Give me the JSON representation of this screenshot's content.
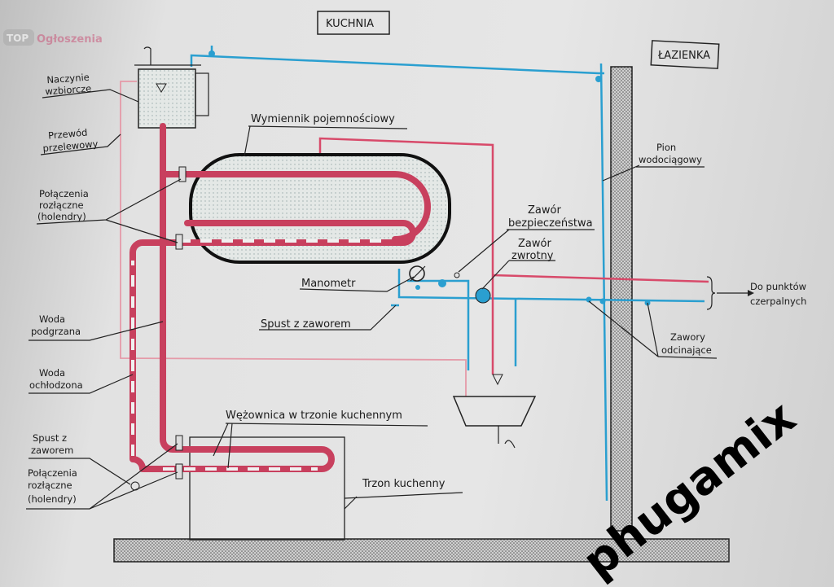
{
  "rooms": {
    "kitchen": "KUCHNIA",
    "bathroom": "ŁAZIENKA"
  },
  "labels": {
    "expansion_vessel": [
      "Naczynie",
      "wzbiorcze"
    ],
    "overflow_pipe": [
      "Przewód",
      "przelewowy"
    ],
    "unions_top": [
      "Połączenia",
      "rozłączne",
      "(holendry)"
    ],
    "exchanger": "Wymiennik pojemnościowy",
    "manometer": "Manometr",
    "drain_valve_right": "Spust z zaworem",
    "heated_water": [
      "Woda",
      "podgrzana"
    ],
    "cooled_water": [
      "Woda",
      "ochłodzona"
    ],
    "drain_valve_left": [
      "Spust z",
      "zaworem"
    ],
    "unions_bottom": [
      "Połączenia",
      "rozłączne",
      "(holendry)"
    ],
    "coil": "Wężownica w trzonie kuchennym",
    "stove": "Trzon kuchenny",
    "safety_valve": [
      "Zawór",
      "bezpieczeństwa"
    ],
    "check_valve": [
      "Zawór",
      "zwrotny"
    ],
    "riser": [
      "Pion",
      "wodociągowy"
    ],
    "to_taps": [
      "Do punktów",
      "czerpalnych"
    ],
    "shutoff_valves": [
      "Zawory",
      "odcinające"
    ]
  },
  "watermarks": {
    "top_logo": [
      "TOP",
      "Ogłoszenia"
    ],
    "seller": "phugamix"
  },
  "colors": {
    "cold": "#2a9fd0",
    "hot": "#c8405e",
    "overflow": "#e59aa8"
  }
}
